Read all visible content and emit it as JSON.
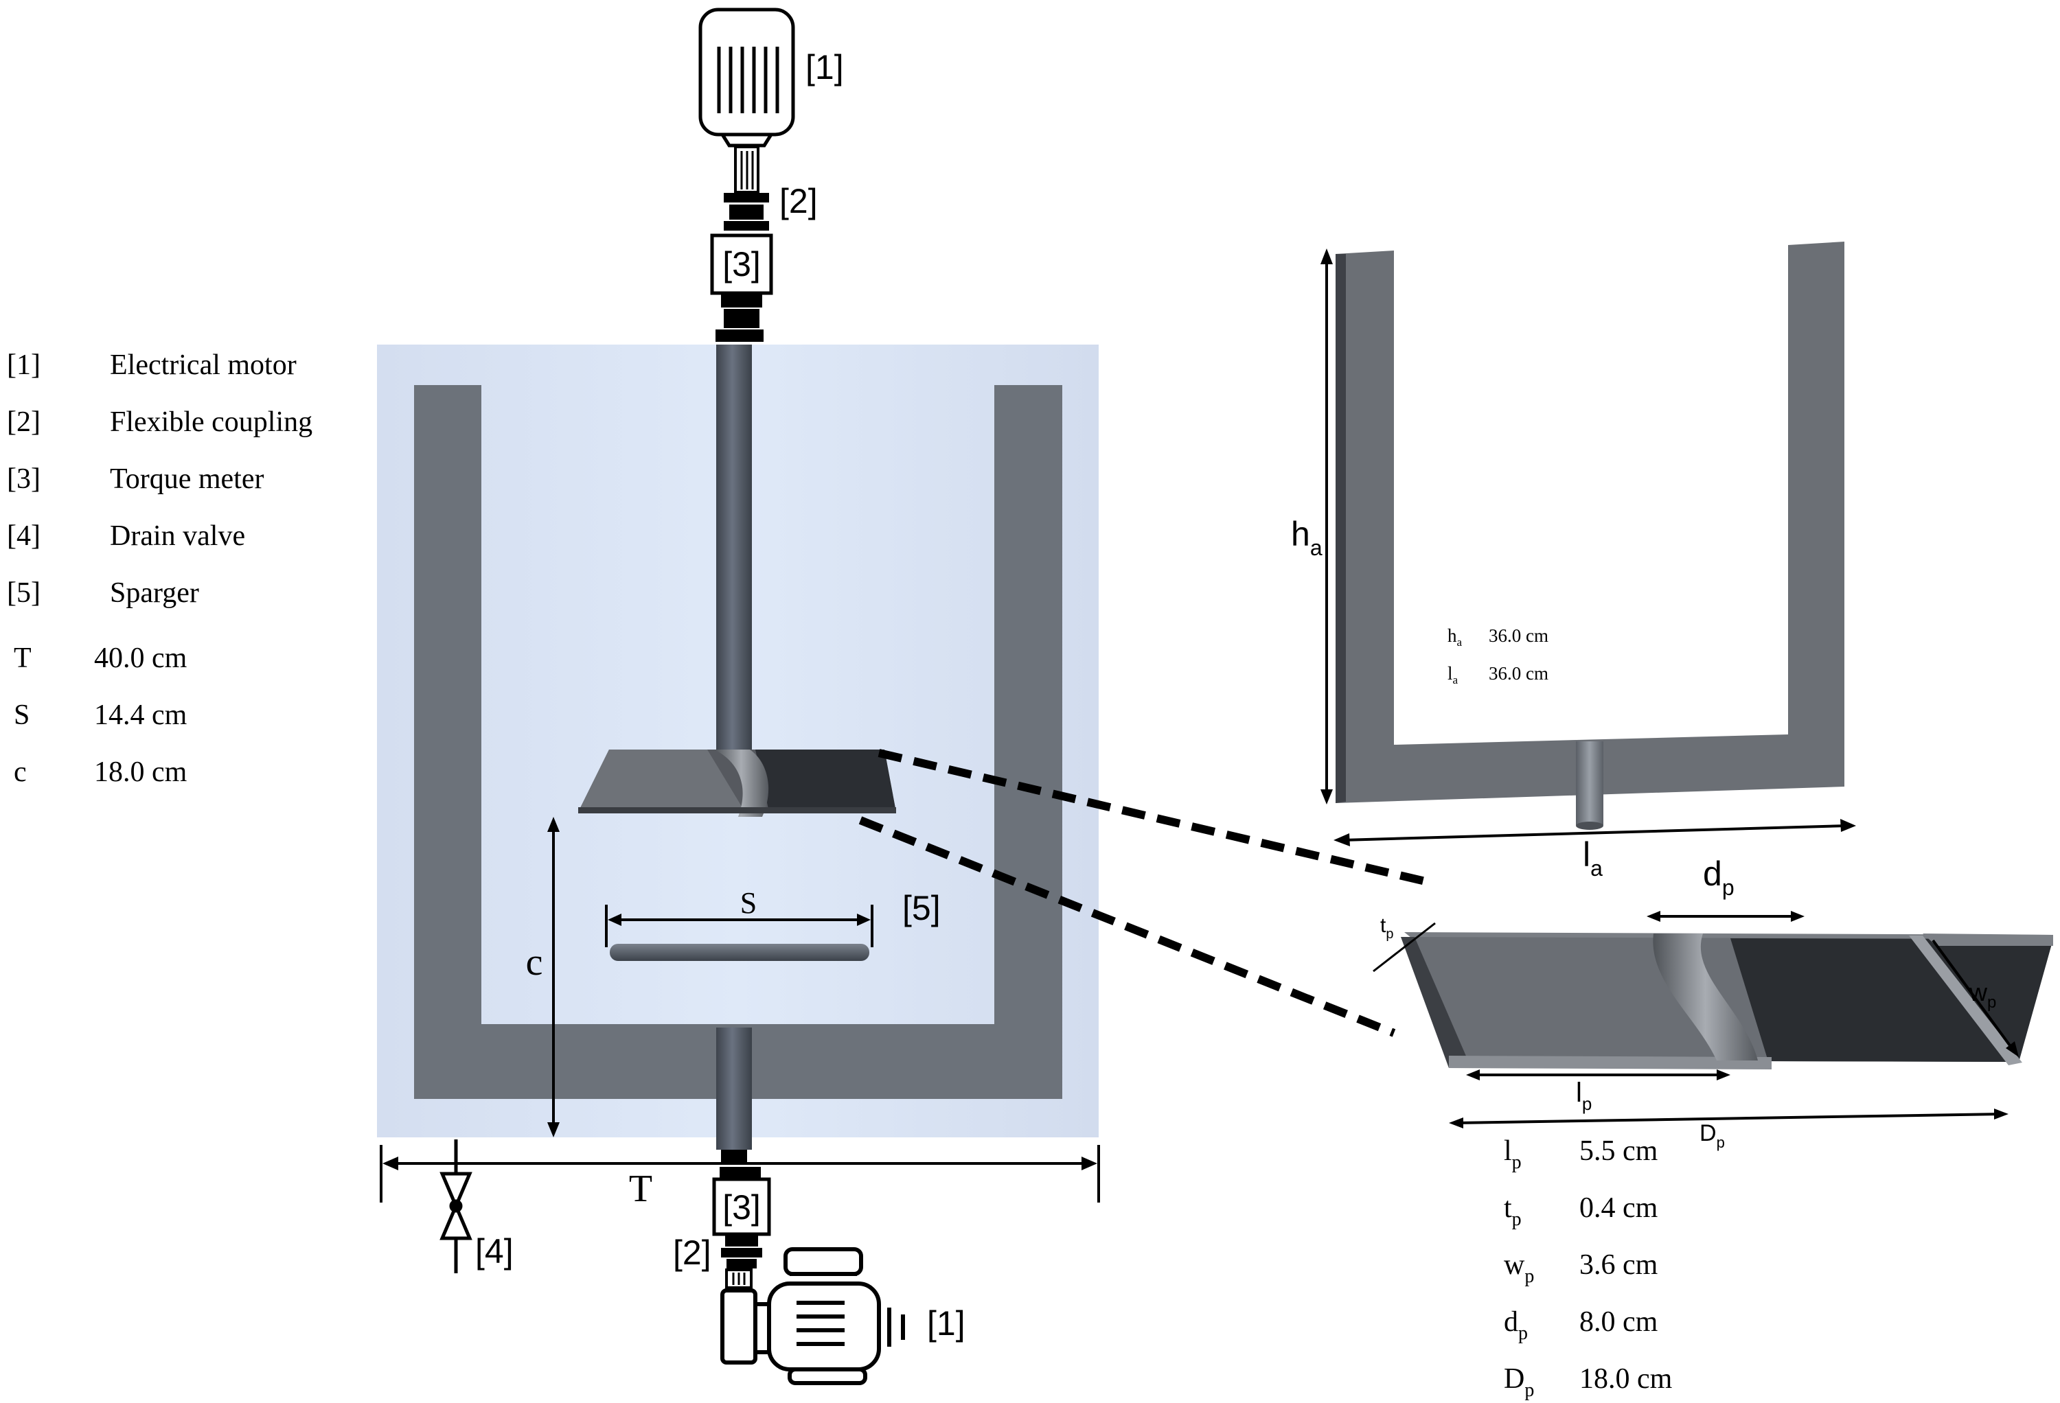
{
  "legend": {
    "items": [
      {
        "tag": "[1]",
        "text": "Electrical motor"
      },
      {
        "tag": "[2]",
        "text": "Flexible coupling"
      },
      {
        "tag": "[3]",
        "text": "Torque meter"
      },
      {
        "tag": "[4]",
        "text": "Drain valve"
      },
      {
        "tag": "[5]",
        "text": "Sparger"
      }
    ],
    "dims": [
      {
        "sym": "T",
        "val": "40.0 cm"
      },
      {
        "sym": "S",
        "val": "14.4 cm"
      },
      {
        "sym": "c",
        "val": "18.0 cm"
      }
    ]
  },
  "labels": {
    "motor_top": "[1]",
    "coupling_top": "[2]",
    "torque_top": "[3]",
    "sparger": "[5]",
    "torque_bottom": "[3]",
    "coupling_bottom": "[2]",
    "valve": "[4]",
    "motor_bottom": "[1]",
    "T": "T",
    "S": "S",
    "c": "c"
  },
  "baffle": {
    "h_sym": "h",
    "h_sub": "a",
    "l_sym": "l",
    "l_sub": "a",
    "dims": [
      {
        "sym": "h",
        "sub": "a",
        "val": "36.0 cm"
      },
      {
        "sym": "l",
        "sub": "a",
        "val": "36.0 cm"
      }
    ]
  },
  "impeller": {
    "labels": {
      "d": {
        "sym": "d",
        "sub": "p"
      },
      "t": {
        "sym": "t",
        "sub": "p"
      },
      "w": {
        "sym": "w",
        "sub": "p"
      },
      "l": {
        "sym": "l",
        "sub": "p"
      },
      "D": {
        "sym": "D",
        "sub": "p"
      }
    },
    "dims": [
      {
        "sym": "l",
        "sub": "p",
        "val": "5.5 cm"
      },
      {
        "sym": "t",
        "sub": "p",
        "val": "0.4 cm"
      },
      {
        "sym": "w",
        "sub": "p",
        "val": "3.6 cm"
      },
      {
        "sym": "d",
        "sub": "p",
        "val": "8.0 cm"
      },
      {
        "sym": "D",
        "sub": "p",
        "val": "18.0 cm"
      }
    ]
  },
  "colors": {
    "vessel_fill": "#dbe6f5",
    "baffle": "#6c727a",
    "shaft": "#525a66",
    "blade_light": "#6f7379",
    "blade_dark": "#2b2e32",
    "ink": "#000000"
  }
}
